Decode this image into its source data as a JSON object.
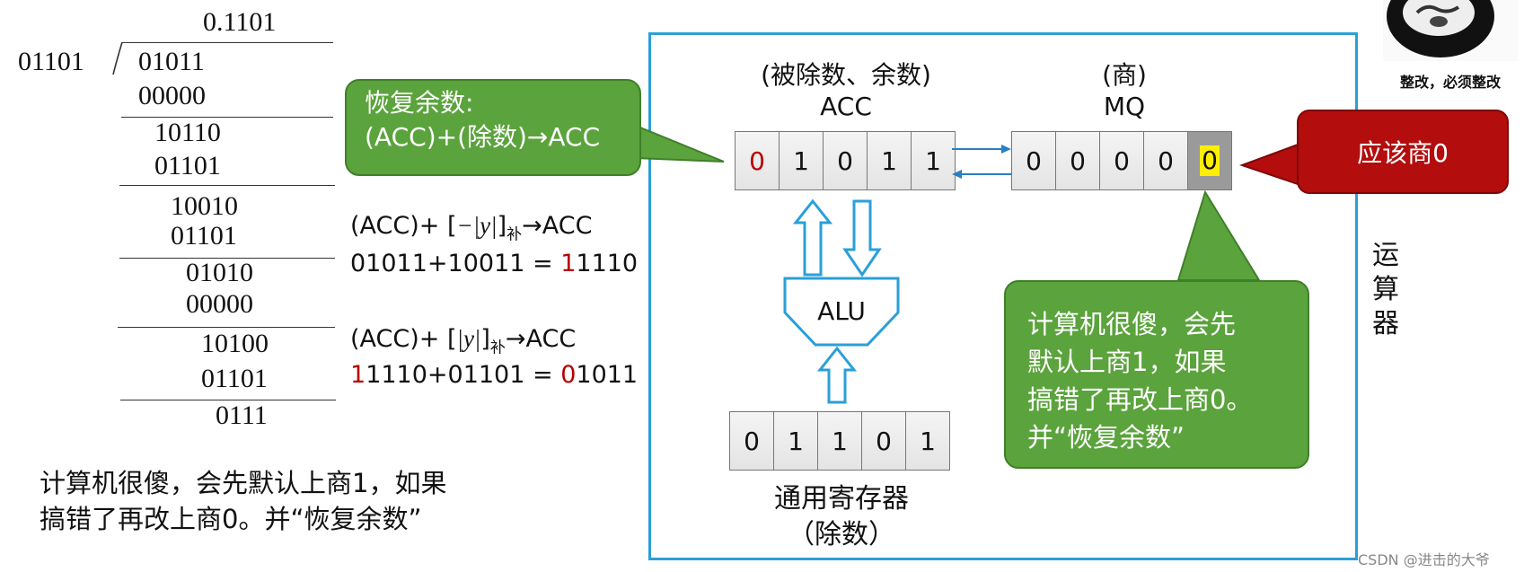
{
  "division": {
    "quotient": "0.1101",
    "divisor": "01101",
    "rows": [
      "01011",
      "00000",
      "10110",
      "01101",
      "10010",
      "01101",
      "01010",
      "00000",
      "10100",
      "01101",
      "0111"
    ]
  },
  "formulas": {
    "sub_line1": "(ACC)+ [−|y|]补→ACC",
    "sub_line1_prefix": "(ACC)+ [",
    "sub_line1_mid": "−|y|",
    "sub_line1_suffix": "]",
    "sub_line1_sub": "补",
    "sub_line1_arrow": "→ACC",
    "sub_line2_left": "01011+10011 = ",
    "sub_line2_red": "1",
    "sub_line2_rest": "1110",
    "add_line1_prefix": "(ACC)+ [",
    "add_line1_mid": "|y|",
    "add_line1_suffix": "]",
    "add_line1_sub": "补",
    "add_line1_arrow": "→ACC",
    "add_line2_red1": "1",
    "add_line2_mid": "1110+01101 = ",
    "add_line2_red2": "0",
    "add_line2_rest": "1011"
  },
  "bottom_note": {
    "line1": "计算机很傻，会先默认上商1，如果",
    "line2": "搞错了再改上商0。并“恢复余数”"
  },
  "restore_callout": {
    "line1": "恢复余数:",
    "line2": "(ACC)+(除数)→ACC"
  },
  "acc": {
    "caption": "(被除数、余数)",
    "name": "ACC",
    "bits": [
      "0",
      "1",
      "0",
      "1",
      "1"
    ]
  },
  "mq": {
    "caption": "(商)",
    "name": "MQ",
    "bits": [
      "0",
      "0",
      "0",
      "0",
      "0"
    ]
  },
  "alu": {
    "name": "ALU"
  },
  "gpr": {
    "bits": [
      "0",
      "1",
      "1",
      "0",
      "1"
    ],
    "name": "通用寄存器",
    "caption": "（除数）"
  },
  "red_callout": {
    "text": "应该商0"
  },
  "green_callout": {
    "lines": [
      "计算机很傻，会先",
      "默认上商1，如果",
      "搞错了再改上商0。",
      "并“恢复余数”"
    ]
  },
  "side_label": {
    "chars": [
      "运",
      "算",
      "器"
    ]
  },
  "meme": {
    "caption": "整改，必须整改"
  },
  "watermark": "CSDN @进击的大爷",
  "colors": {
    "frame": "#2a9fd8",
    "green": "#5ba33c",
    "red_box": "#b30d0d",
    "red_text": "#b80000",
    "highlight": "#ffee00"
  }
}
